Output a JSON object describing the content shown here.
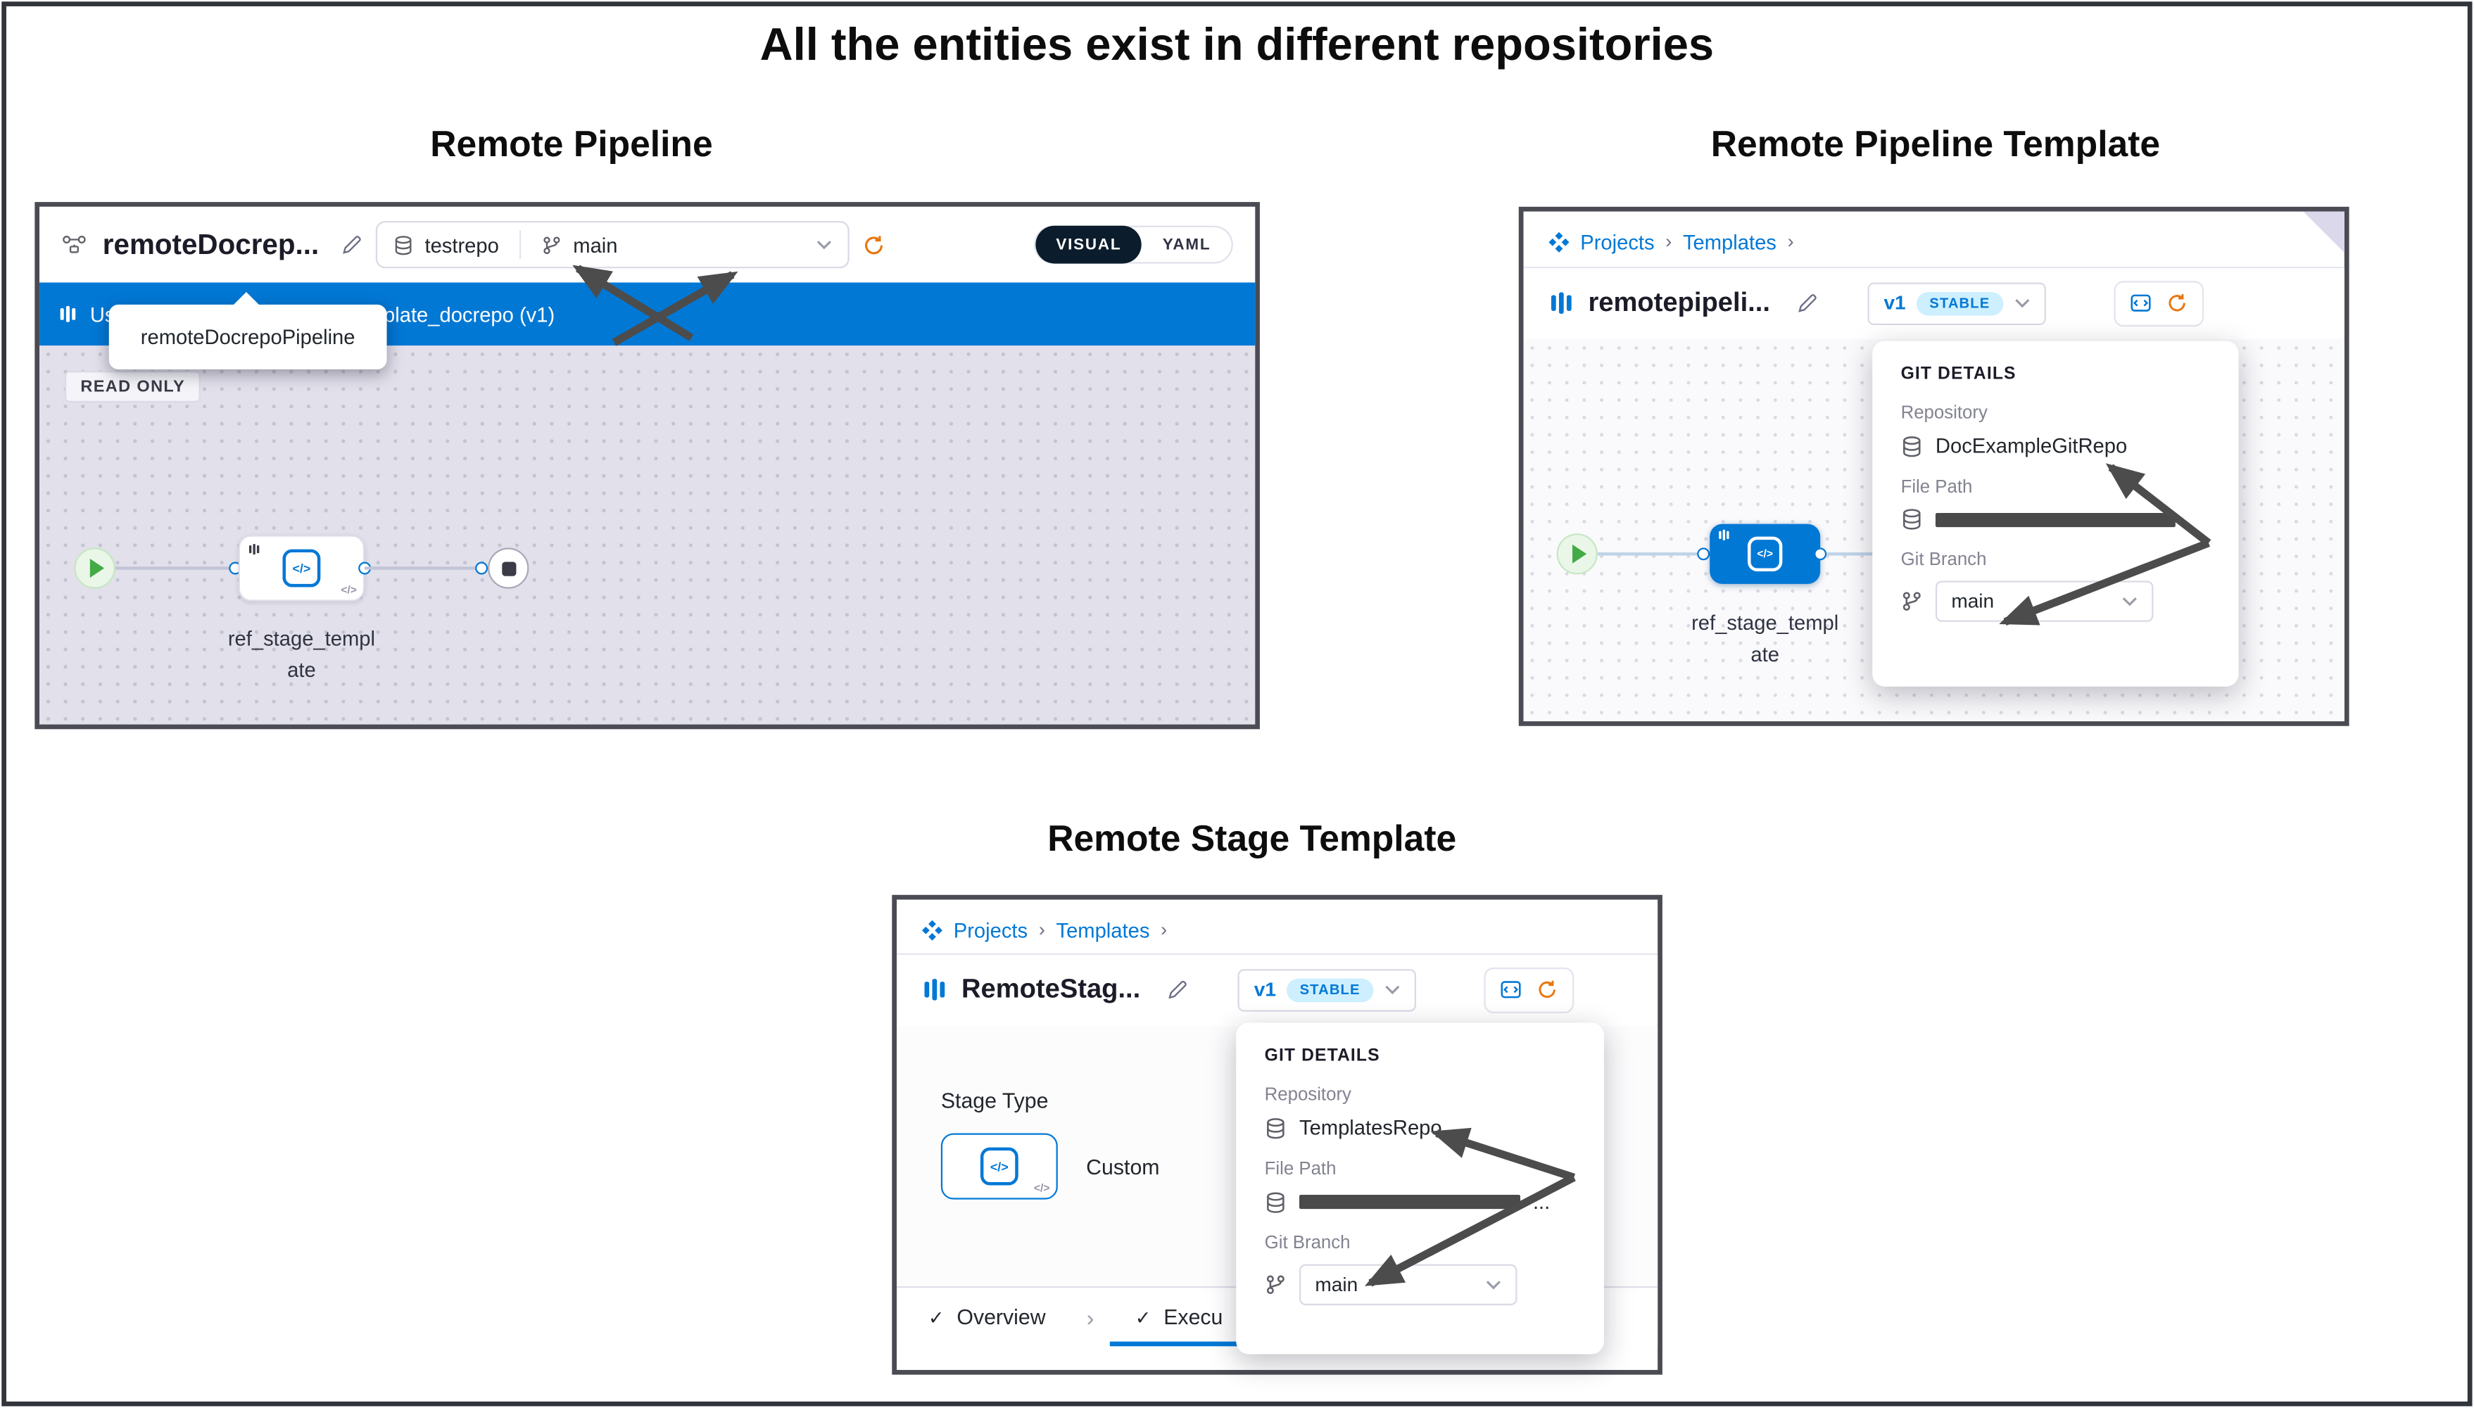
{
  "title": "All the entities exist in different repositories",
  "colors": {
    "accent_blue": "#0278D5",
    "warning_orange": "#E8760F",
    "success_green": "#42AB45",
    "annotation_arrow": "#4C4C4C"
  },
  "icons": {
    "breadcrumb_separator": "›",
    "check": "✓",
    "code_glyph": "</>"
  },
  "remote_pipeline": {
    "heading": "Remote Pipeline",
    "pipeline_title": "remoteDocrep...",
    "repo_name": "testrepo",
    "branch_name": "main",
    "visual_label": "VISUAL",
    "yaml_label": "YAML",
    "banner_left": "Us",
    "banner_right": "plate_docrepo (v1)",
    "tooltip_text": "remoteDocrepoPipeline",
    "read_only_badge": "READ ONLY",
    "stage_label_line1": "ref_stage_templ",
    "stage_label_line2": "ate"
  },
  "remote_pipeline_template": {
    "heading": "Remote Pipeline Template",
    "breadcrumb_projects": "Projects",
    "breadcrumb_templates": "Templates",
    "template_title": "remotepipeli...",
    "version": "v1",
    "stability": "STABLE",
    "stage_label_line1": "ref_stage_templ",
    "stage_label_line2": "ate",
    "git_details": {
      "title": "GIT DETAILS",
      "repository_label": "Repository",
      "repository_value": "DocExampleGitRepo",
      "file_path_label": "File Path",
      "git_branch_label": "Git Branch",
      "branch_value": "main"
    }
  },
  "remote_stage_template": {
    "heading": "Remote Stage Template",
    "breadcrumb_projects": "Projects",
    "breadcrumb_templates": "Templates",
    "template_title": "RemoteStag...",
    "version": "v1",
    "stability": "STABLE",
    "stage_type_label": "Stage Type",
    "stage_type_value": "Custom",
    "tab_overview": "Overview",
    "tab_execution": "Execu",
    "git_details": {
      "title": "GIT DETAILS",
      "repository_label": "Repository",
      "repository_value": "TemplatesRepo",
      "file_path_label": "File Path",
      "file_path_ellipsis": "...",
      "git_branch_label": "Git Branch",
      "branch_value": "main"
    }
  }
}
